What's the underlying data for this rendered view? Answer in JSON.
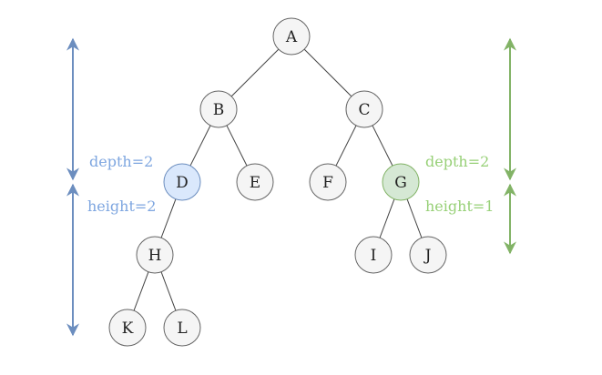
{
  "colors": {
    "node_fill": "#f5f5f5",
    "node_stroke": "#666666",
    "highlight_blue_fill": "#dae8fc",
    "highlight_blue_stroke": "#6c8ebf",
    "highlight_green_fill": "#d5e8d4",
    "highlight_green_stroke": "#82b366",
    "left_arrow": "#6c8ebf",
    "right_arrow": "#82b366",
    "left_text": "#7ea6e0",
    "right_text": "#97d077"
  },
  "nodes": [
    {
      "id": "A",
      "label": "A"
    },
    {
      "id": "B",
      "label": "B"
    },
    {
      "id": "C",
      "label": "C"
    },
    {
      "id": "D",
      "label": "D",
      "highlight": "blue"
    },
    {
      "id": "E",
      "label": "E"
    },
    {
      "id": "F",
      "label": "F"
    },
    {
      "id": "G",
      "label": "G",
      "highlight": "green"
    },
    {
      "id": "H",
      "label": "H"
    },
    {
      "id": "I",
      "label": "I"
    },
    {
      "id": "J",
      "label": "J"
    },
    {
      "id": "K",
      "label": "K"
    },
    {
      "id": "L",
      "label": "L"
    }
  ],
  "edges": [
    [
      "A",
      "B"
    ],
    [
      "A",
      "C"
    ],
    [
      "B",
      "D"
    ],
    [
      "B",
      "E"
    ],
    [
      "C",
      "F"
    ],
    [
      "C",
      "G"
    ],
    [
      "D",
      "H"
    ],
    [
      "G",
      "I"
    ],
    [
      "G",
      "J"
    ],
    [
      "H",
      "K"
    ],
    [
      "H",
      "L"
    ]
  ],
  "annotations": {
    "left_depth": "depth=2",
    "left_height": "height=2",
    "right_depth": "depth=2",
    "right_height": "height=1"
  }
}
